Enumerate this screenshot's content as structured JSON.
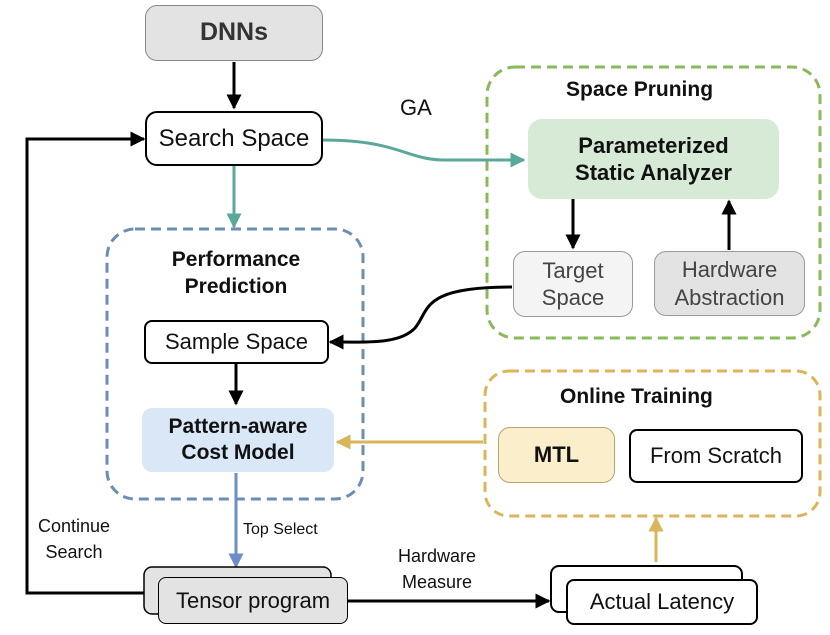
{
  "nodes": {
    "dnns": "DNNs",
    "search_space": "Search Space",
    "static_analyzer_line1": "Parameterized",
    "static_analyzer_line2": "Static Analyzer",
    "target_space_line1": "Target",
    "target_space_line2": "Space",
    "hardware_abstraction_line1": "Hardware",
    "hardware_abstraction_line2": "Abstraction",
    "sample_space": "Sample Space",
    "cost_model_line1": "Pattern-aware",
    "cost_model_line2": "Cost Model",
    "mtl": "MTL",
    "from_scratch": "From Scratch",
    "tensor_program": "Tensor program",
    "actual_latency": "Actual Latency"
  },
  "groups": {
    "space_pruning": "Space Pruning",
    "performance_prediction_line1": "Performance",
    "performance_prediction_line2": "Prediction",
    "online_training": "Online Training"
  },
  "edge_labels": {
    "ga": "GA",
    "top_select": "Top Select",
    "continue_line1": "Continue",
    "continue_line2": "Search",
    "measure_line1": "Hardware",
    "measure_line2": "Measure"
  },
  "colors": {
    "green_group": "#8ab85a",
    "blue_group": "#6e8cb4",
    "gold_group": "#d8b659",
    "teal_arrow": "#5aa89a",
    "blue_arrow": "#6e8cc6",
    "gold_arrow": "#d8b659",
    "analyzer_fill": "#d6ead6",
    "cost_model_fill": "#d9e7f7",
    "mtl_fill": "#fbeeca",
    "gray_fill": "#e3e3e3"
  }
}
